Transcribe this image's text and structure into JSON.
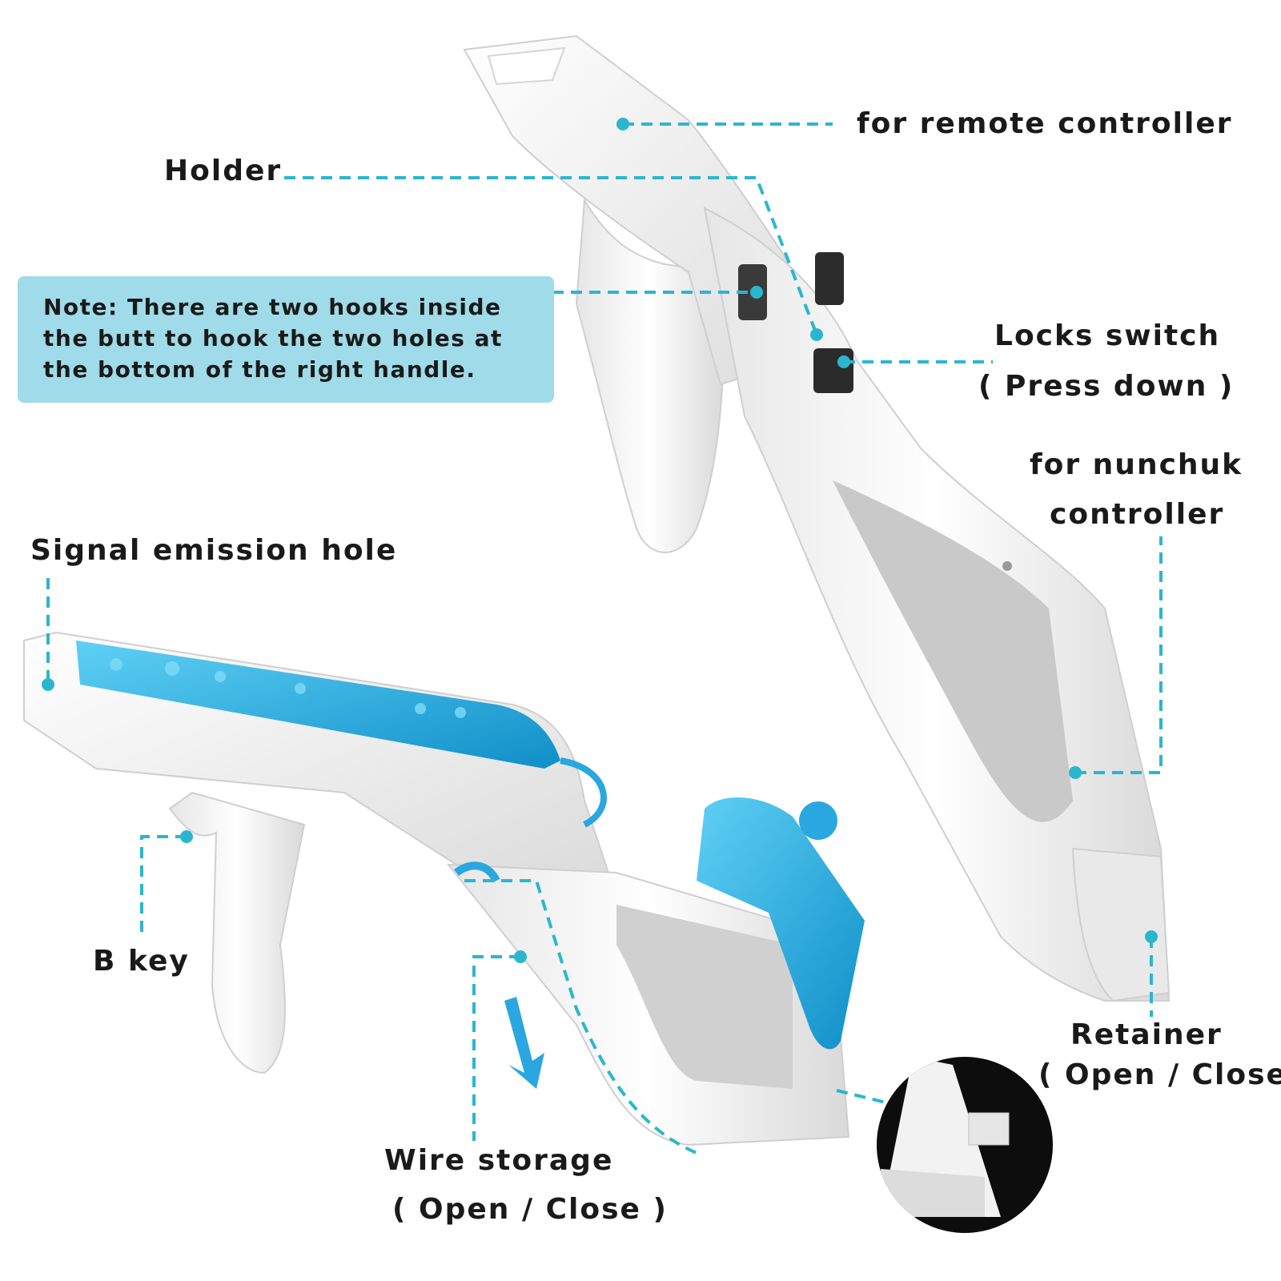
{
  "labels": {
    "remote": "for remote controller",
    "holder": "Holder",
    "locks": "Locks switch",
    "locks_sub": "( Press down )",
    "nunchuk_1": "for nunchuk",
    "nunchuk_2": "controller",
    "signal": "Signal emission hole",
    "bkey": "B key",
    "retainer": "Retainer",
    "retainer_sub": "( Open / Close )",
    "wire": "Wire storage",
    "wire_sub": "( Open / Close )"
  },
  "note": {
    "lines": [
      "Note: There are two hooks inside",
      "the butt to hook the two holes at",
      "the bottom of the right handle."
    ]
  },
  "colors": {
    "leader": "#2bb6cf",
    "controller_blue": "#2aa7e0",
    "shell_white": "#f4f4f4",
    "note_bg": "#9fdbe8"
  }
}
